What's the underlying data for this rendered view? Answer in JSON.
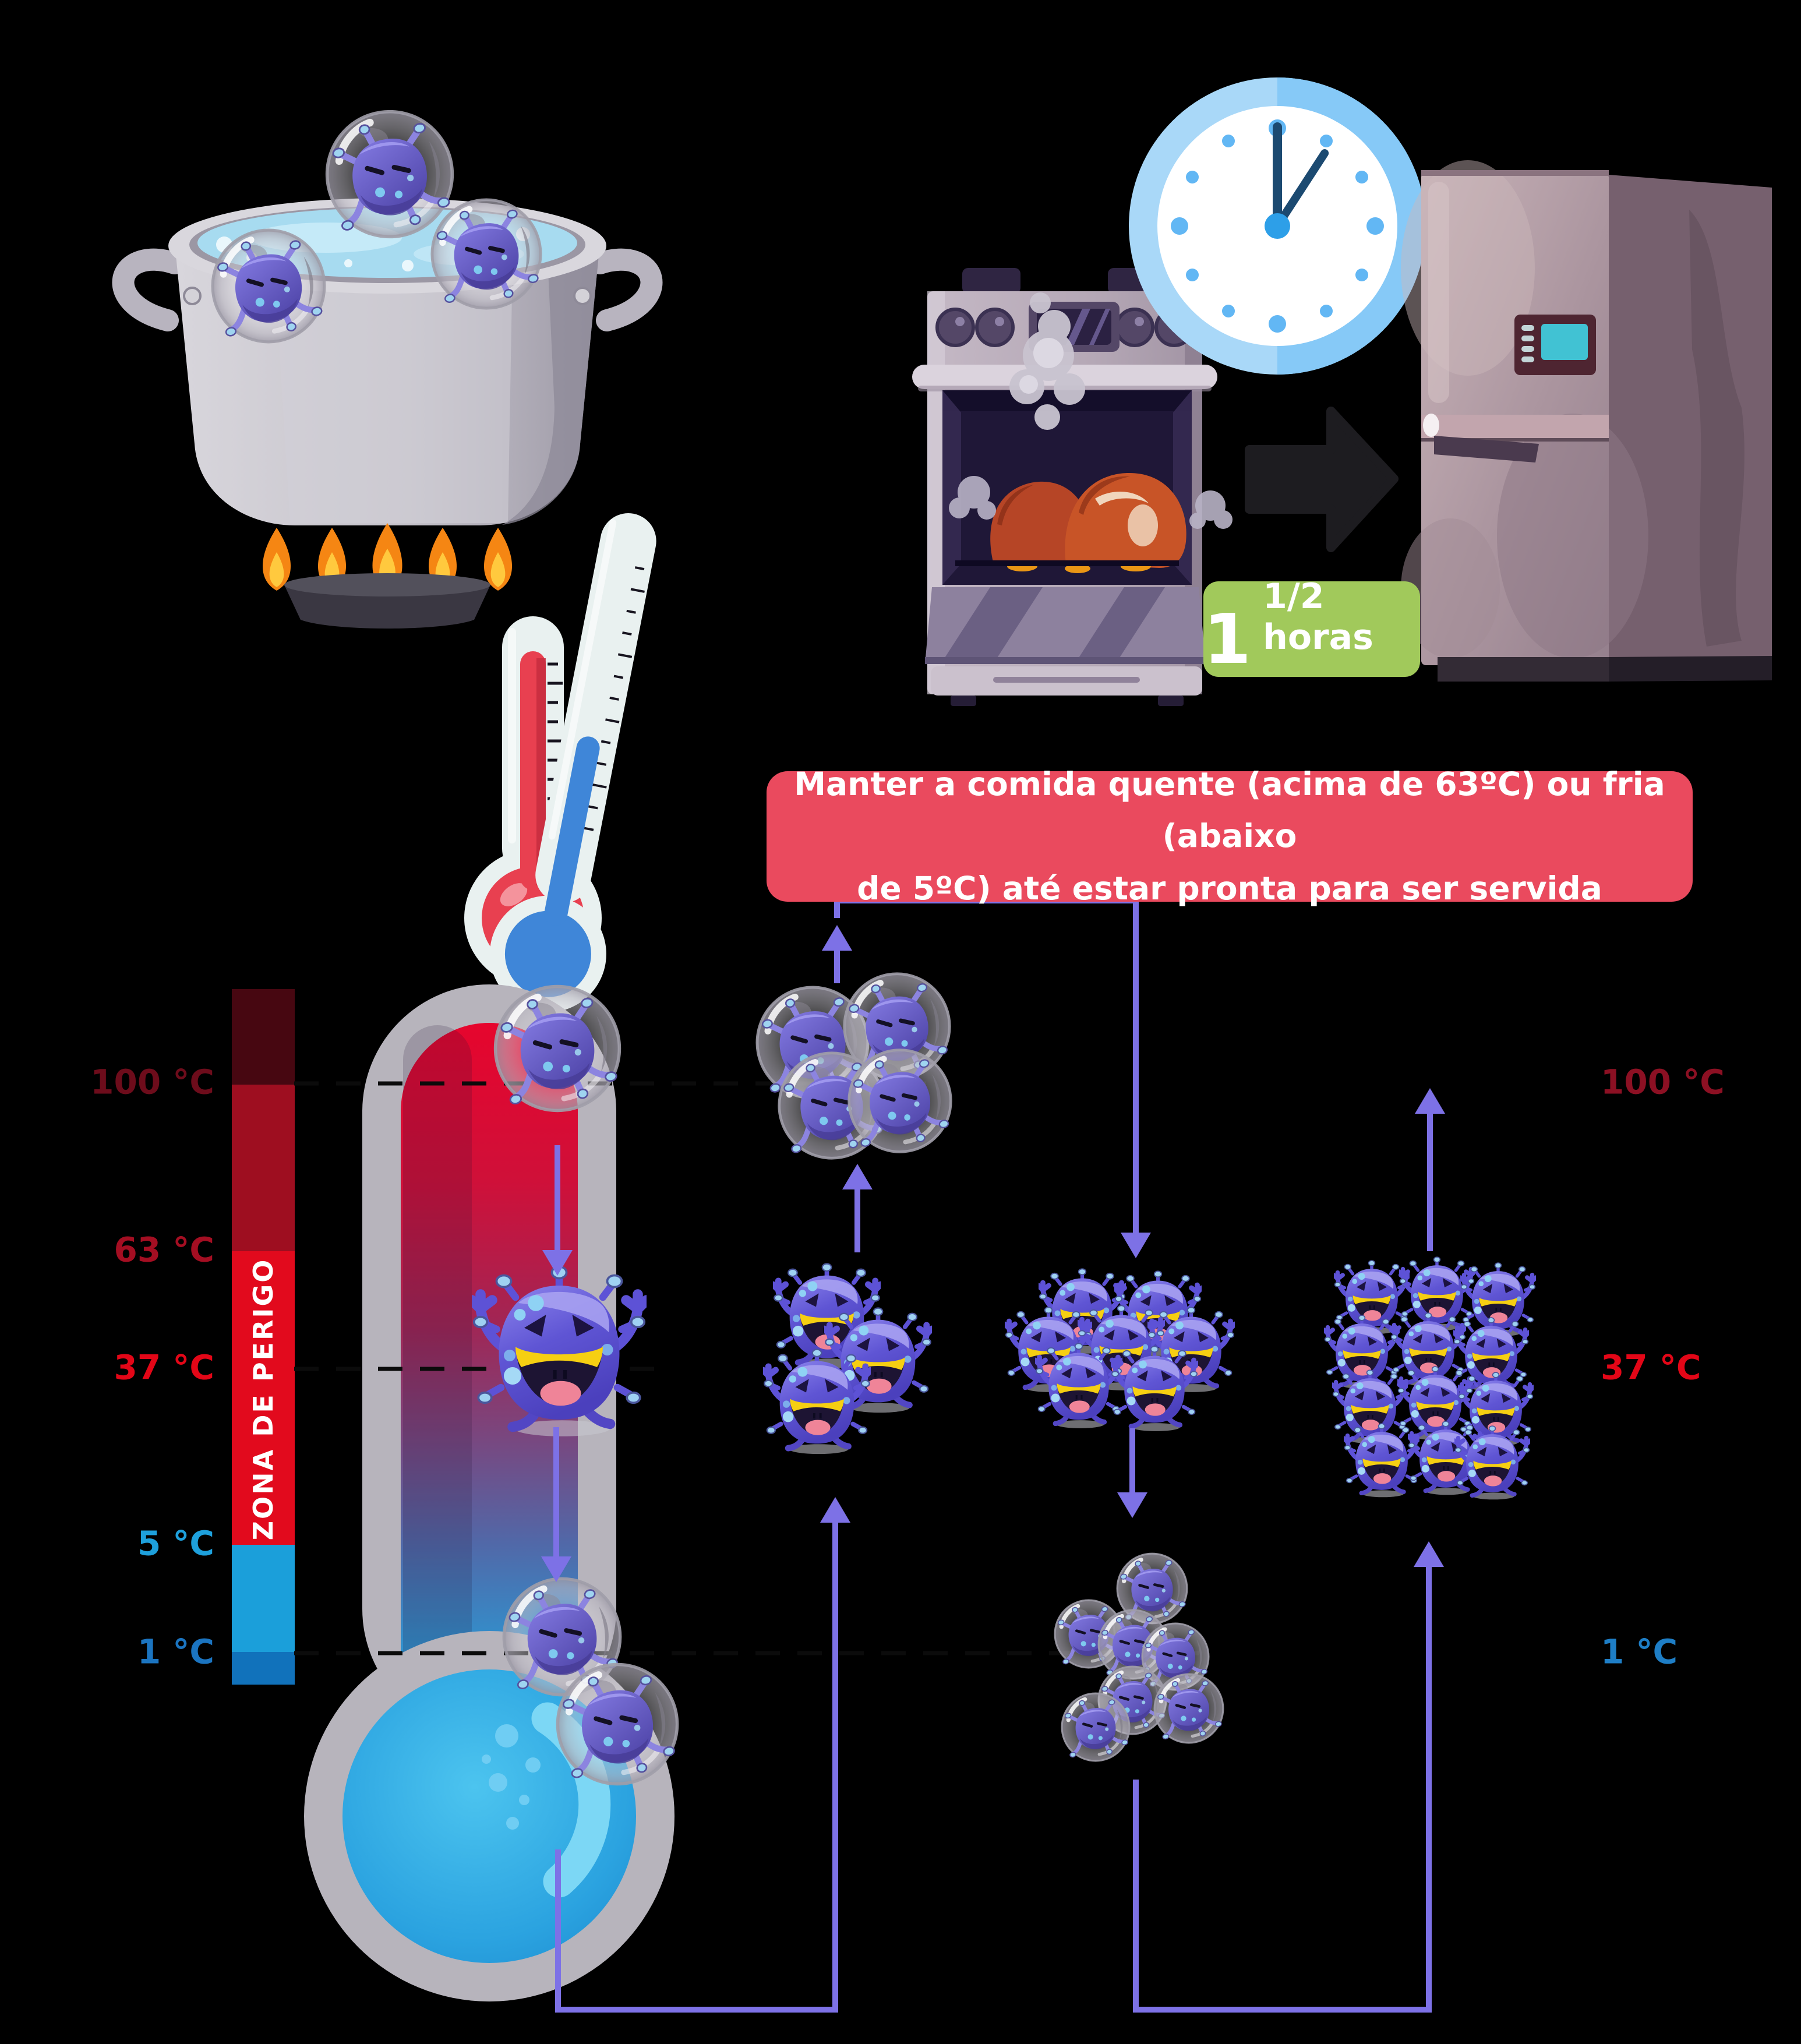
{
  "banner": {
    "line1": "Manter a comida quente (acima de 63ºC) ou fria (abaixo",
    "line2": "de 5ºC) até estar pronta para ser servida",
    "bg_color": "#ea4a5e",
    "text_color": "#ffffff"
  },
  "duration_label": {
    "number": "1",
    "fraction_text": "1/2 horas",
    "bg_color": "#a1c95b",
    "text_color": "#ffffff"
  },
  "clock": {
    "time_shown": "1:00",
    "ring_color": "#a9d8f8",
    "hand_color": "#1c4a71"
  },
  "temperature_scale": {
    "zona_label": "ZONA DE PERIGO",
    "left_labels": [
      {
        "label": "100 °C",
        "color": "#6d0c1b"
      },
      {
        "label": "63 °C",
        "color": "#a40e22"
      },
      {
        "label": "37 °C",
        "color": "#e30617"
      },
      {
        "label": "5 °C",
        "color": "#1ea0dc"
      },
      {
        "label": "1 °C",
        "color": "#1b74c0"
      }
    ],
    "right_labels": [
      {
        "label": "100 °C",
        "color": "#8c1023"
      },
      {
        "label": "37 °C",
        "color": "#e30617"
      },
      {
        "label": "1 °C",
        "color": "#1e7ec6"
      }
    ],
    "zone_colors": {
      "above_100": "#470711",
      "from_63_to_100": "#9e0e20",
      "danger_5_to_63": "#e20a1d",
      "from_1_to_5": "#1b9fda",
      "below_1": "#1172bb"
    }
  },
  "diagram": {
    "arrow_color": "#7d71e6",
    "stages": [
      {
        "stage": 1,
        "at_100c_germs_in_bubbles": 1,
        "at_37c_active_germs": 1,
        "at_1c_frozen_germs": 2
      },
      {
        "stage": 2,
        "at_100c_germs_in_bubbles": 4,
        "at_37c_active_germs": 3
      },
      {
        "stage": 3,
        "at_37c_active_germs": 7,
        "at_1c_frozen_germs": 7
      },
      {
        "stage": 4,
        "at_37c_active_germs": 12
      }
    ]
  },
  "pot_scene": {
    "germ_bubbles_in_boiling_water": 3,
    "flames": 5
  }
}
